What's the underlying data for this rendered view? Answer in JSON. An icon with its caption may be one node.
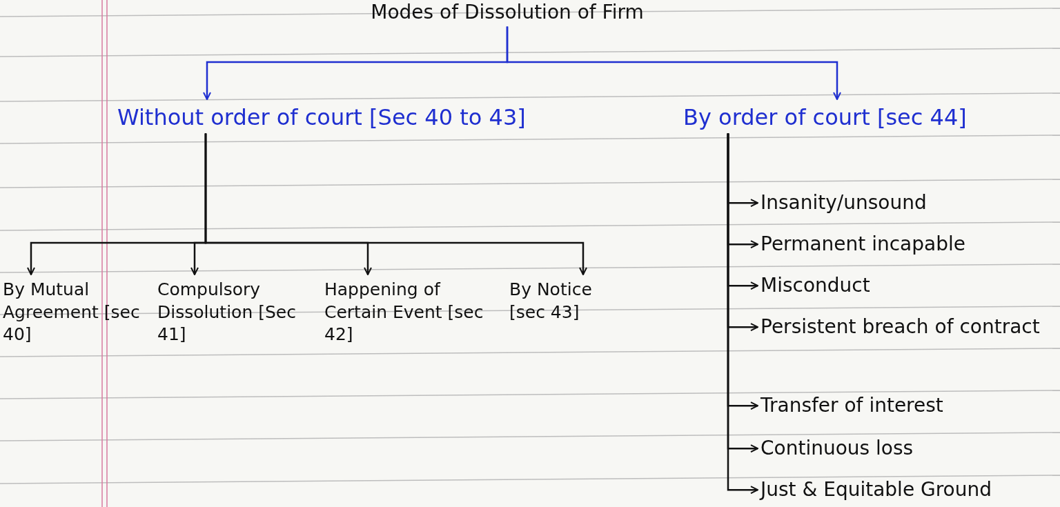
{
  "diagram": {
    "nodes": [
      {
        "text": [
          "Modes of Dissolution of Firm"
        ]
      },
      {
        "text": [
          "Without order of court [Sec 40 to 43]"
        ]
      },
      {
        "text": [
          "By order of court [sec 44]"
        ]
      },
      {
        "text": [
          "By Mutual Agreement [sec 40]"
        ]
      },
      {
        "text": [
          "Compulsory Dissolution [Sec 41]"
        ]
      },
      {
        "text": [
          "Happening of Certain Event [sec 42]"
        ]
      },
      {
        "text": [
          "By Notice [sec 43]"
        ]
      },
      {
        "text": [
          "Insanity/unsound"
        ]
      },
      {
        "text": [
          "Permanent incapable"
        ]
      },
      {
        "text": [
          "Misconduct"
        ]
      },
      {
        "text": [
          "Persistent breach of contract"
        ]
      },
      {
        "text": [
          "Transfer of interest"
        ]
      },
      {
        "text": [
          "Continuous loss"
        ]
      },
      {
        "text": [
          "Just & Equitable Ground"
        ]
      }
    ],
    "edges": [
      {
        "from": 0,
        "to": 1,
        "arrow": "to",
        "color": "#1f2fd0"
      },
      {
        "from": 0,
        "to": 2,
        "arrow": "to",
        "color": "#1f2fd0"
      },
      {
        "from": 1,
        "to": 3,
        "arrow": "to"
      },
      {
        "from": 1,
        "to": 4,
        "arrow": "to"
      },
      {
        "from": 1,
        "to": 5,
        "arrow": "to"
      },
      {
        "from": 1,
        "to": 6,
        "arrow": "to"
      },
      {
        "from": 2,
        "to": 7,
        "arrow": "to"
      },
      {
        "from": 2,
        "to": 8,
        "arrow": "to"
      },
      {
        "from": 2,
        "to": 9,
        "arrow": "to"
      },
      {
        "from": 2,
        "to": 10,
        "arrow": "to"
      },
      {
        "from": 2,
        "to": 11,
        "arrow": "to"
      },
      {
        "from": 2,
        "to": 12,
        "arrow": "to"
      },
      {
        "from": 2,
        "to": 13,
        "arrow": "to"
      }
    ]
  }
}
